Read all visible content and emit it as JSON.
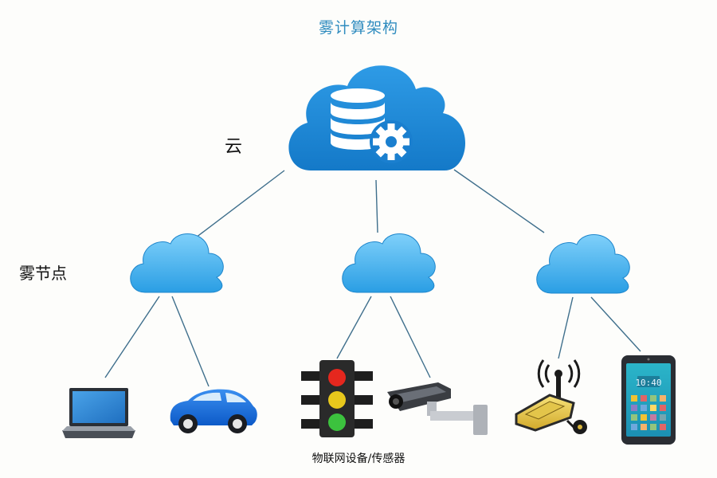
{
  "title": "雾计算架构",
  "layers": {
    "cloud": "云",
    "fog": "雾节点",
    "devices": "物联网设备/传感器"
  },
  "phone_screen": {
    "time": "10:40"
  },
  "colors": {
    "title": "#2f8cbf",
    "cloud_main": "#1f88d6",
    "fog_cloud": "#48b4ee",
    "lines": "#3f6f8c"
  },
  "icons": {
    "main_cloud": "database-gear-icon",
    "fog_nodes": "cloud-icon",
    "devices": [
      "laptop-icon",
      "car-icon",
      "traffic-light-icon",
      "security-camera-icon",
      "wireless-router-icon",
      "smartphone-icon"
    ]
  }
}
